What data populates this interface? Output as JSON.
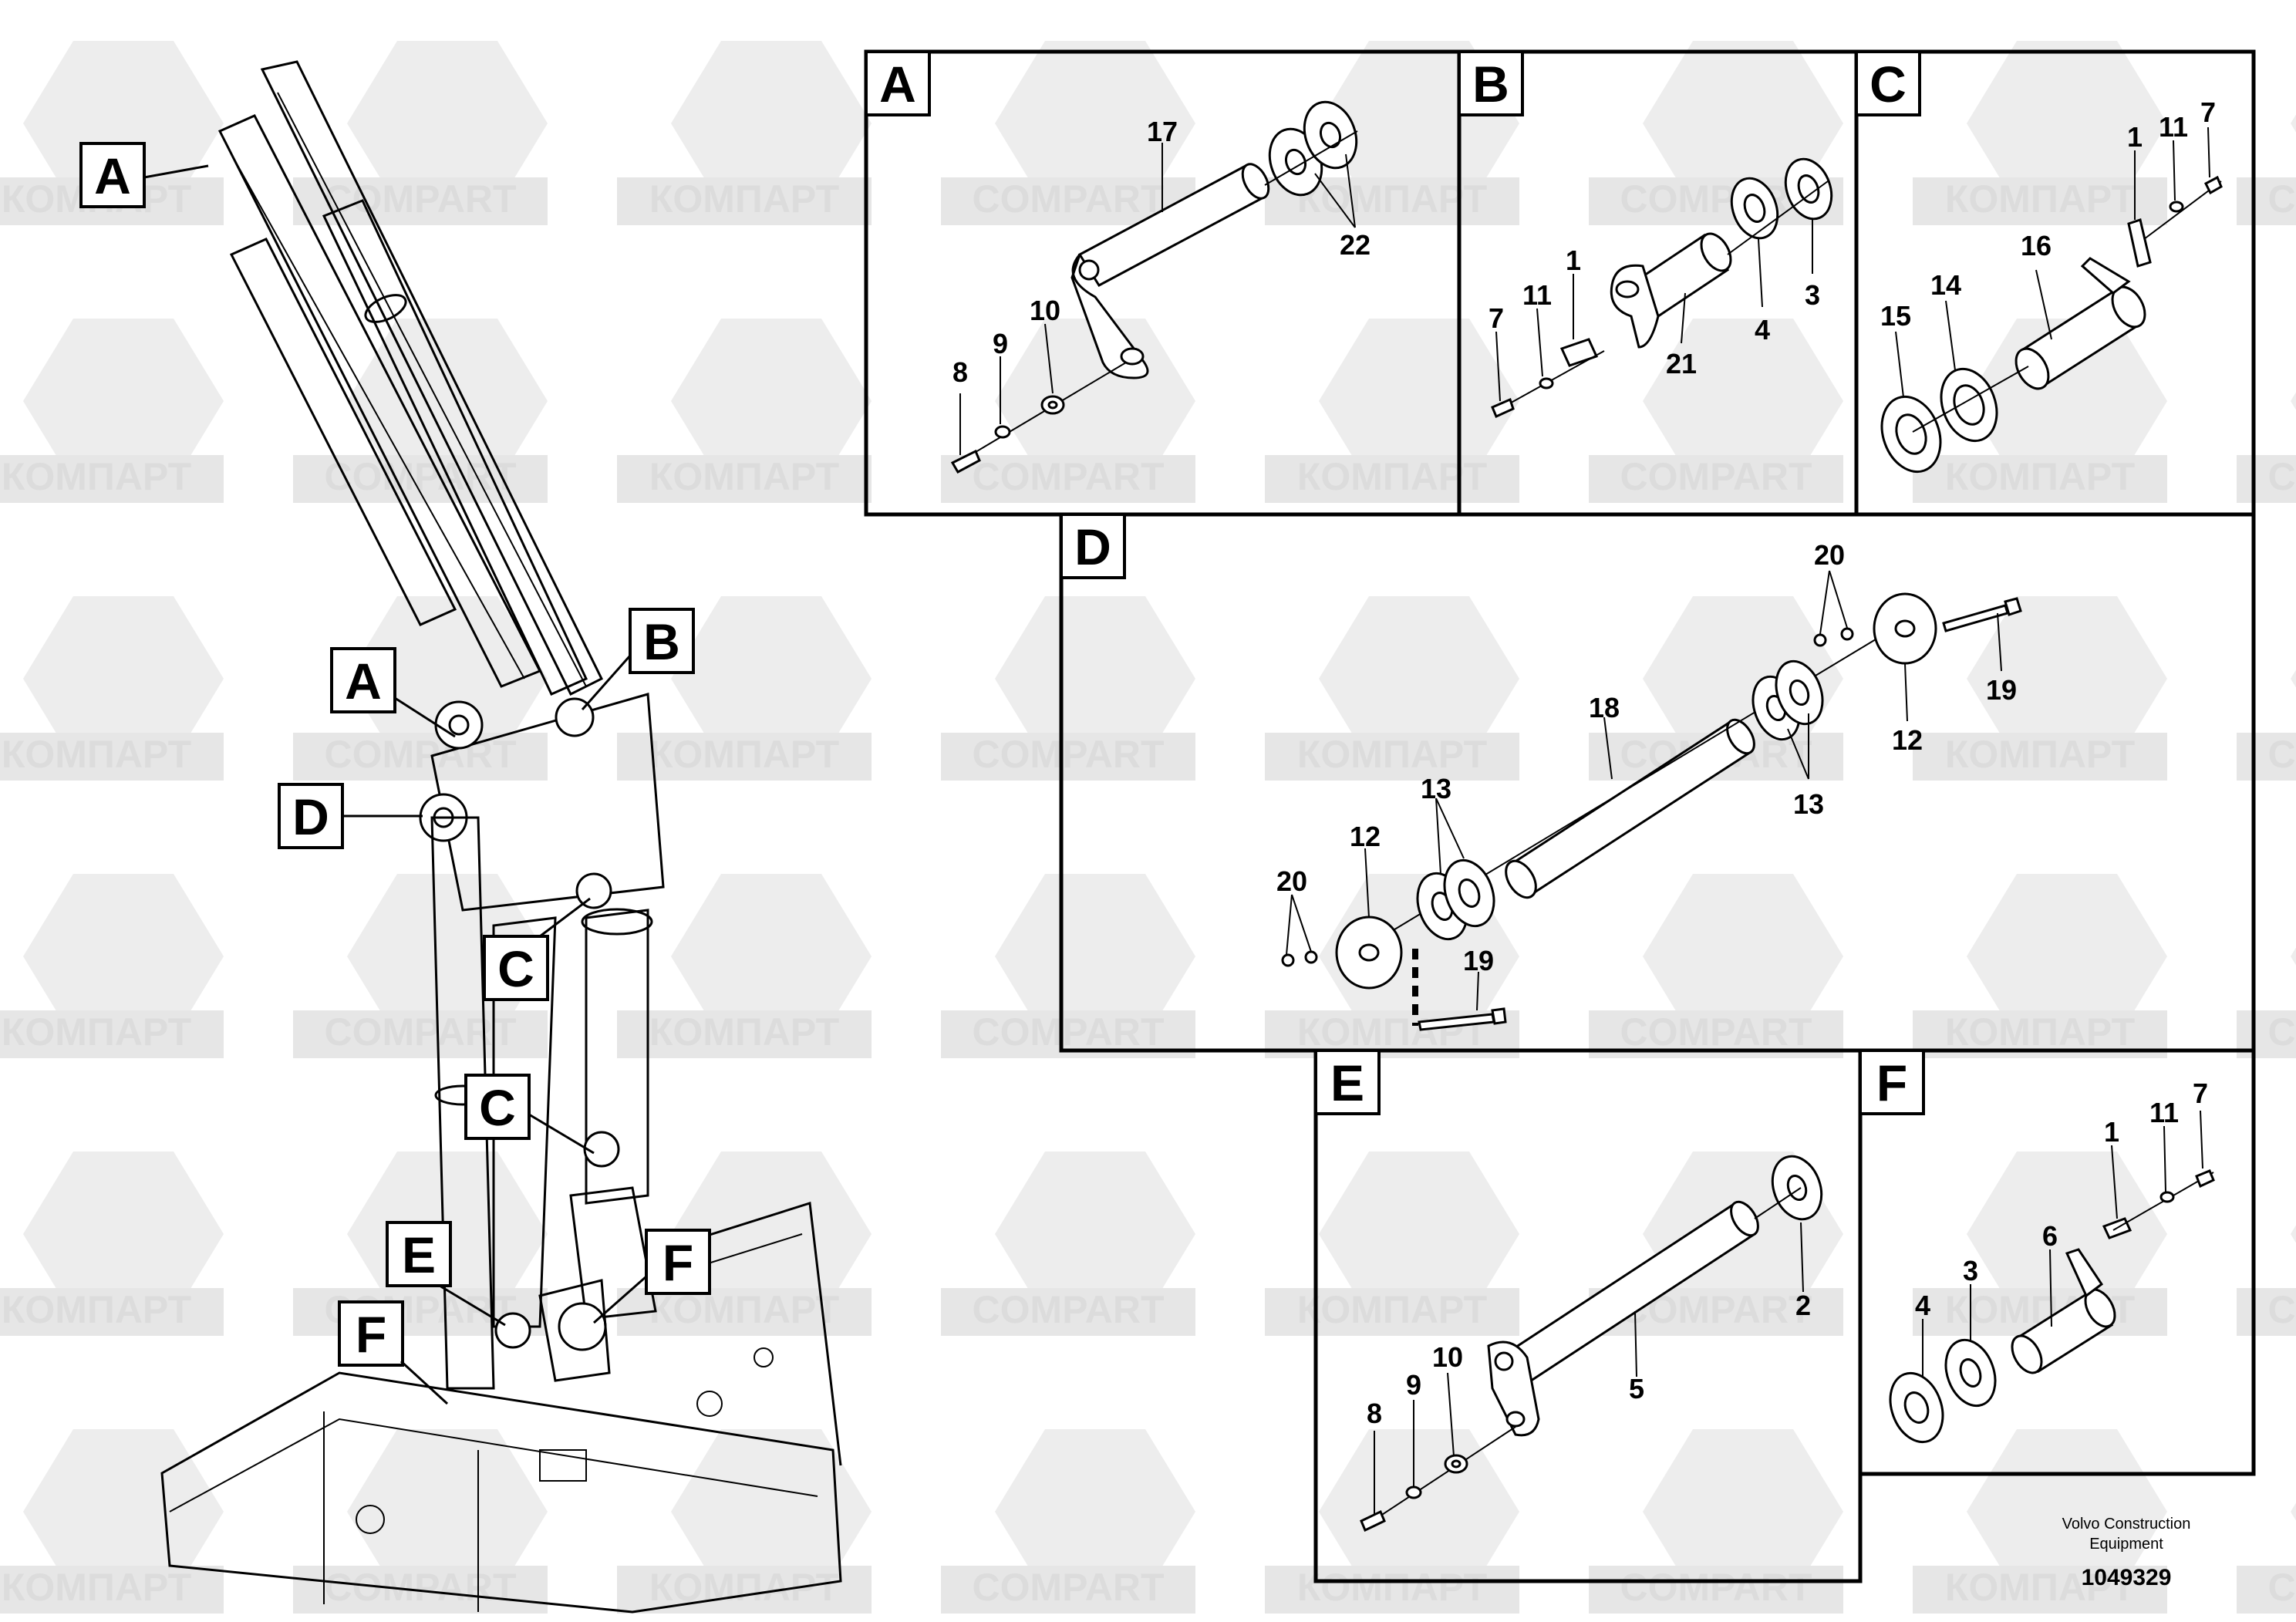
{
  "watermark": {
    "text_cyrillic": "КОМПАРТ",
    "text_latin": "COMPART"
  },
  "overview": {
    "callouts": [
      "A",
      "A",
      "B",
      "C",
      "C",
      "D",
      "E",
      "F",
      "F"
    ]
  },
  "panels": [
    {
      "letter": "A",
      "numbers": [
        "17",
        "22",
        "8",
        "9",
        "10"
      ]
    },
    {
      "letter": "B",
      "numbers": [
        "1",
        "7",
        "11",
        "21",
        "4",
        "3"
      ]
    },
    {
      "letter": "C",
      "numbers": [
        "1",
        "11",
        "7",
        "16",
        "14",
        "15"
      ]
    },
    {
      "letter": "D",
      "numbers": [
        "20",
        "19",
        "18",
        "12",
        "13",
        "13",
        "12",
        "20",
        "19"
      ]
    },
    {
      "letter": "E",
      "numbers": [
        "2",
        "5",
        "8",
        "9",
        "10"
      ]
    },
    {
      "letter": "F",
      "numbers": [
        "1",
        "11",
        "7",
        "6",
        "3",
        "4"
      ]
    }
  ],
  "footer": {
    "maker_line1": "Volvo Construction",
    "maker_line2": "Equipment",
    "drawing_number": "1049329"
  }
}
